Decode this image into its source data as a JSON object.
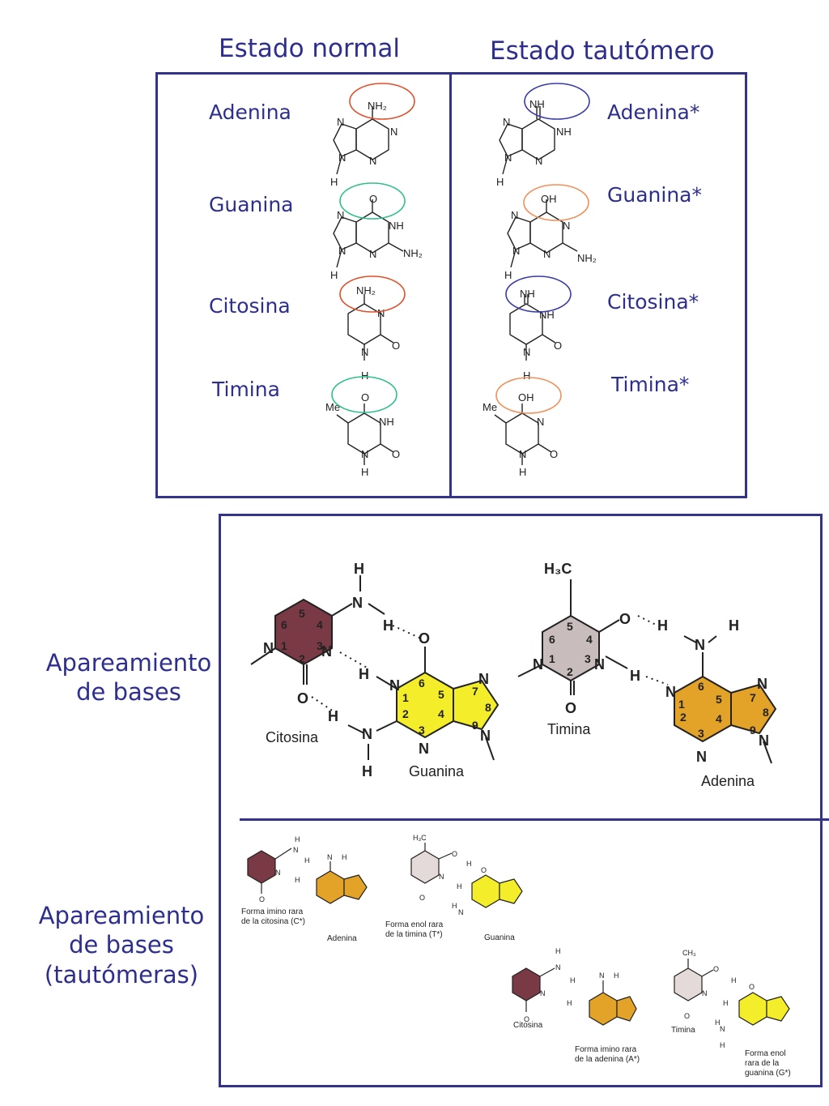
{
  "headers": {
    "normal": "Estado normal",
    "tautomer": "Estado tautómero"
  },
  "normal_bases": [
    {
      "name": "Adenina",
      "group": "NH2",
      "circle_color": "#e0502a"
    },
    {
      "name": "Guanina",
      "group": "O",
      "circle_color": "#2fbf8f"
    },
    {
      "name": "Citosina",
      "group": "NH2",
      "circle_color": "#e0502a"
    },
    {
      "name": "Timina",
      "group": "O",
      "circle_color": "#2fbf8f"
    }
  ],
  "tautomer_bases": [
    {
      "name": "Adenina*",
      "group": "NH",
      "circle_color": "#3a3aa8"
    },
    {
      "name": "Guanina*",
      "group": "OH",
      "circle_color": "#f0905a"
    },
    {
      "name": "Citosina*",
      "group": "NH",
      "circle_color": "#3a3aa8"
    },
    {
      "name": "Timina*",
      "group": "OH",
      "circle_color": "#f0905a"
    }
  ],
  "side_labels": {
    "pairing": [
      "Apareamiento",
      "de bases"
    ],
    "tautomer_pairing": [
      "Apareamiento",
      "de bases",
      "(tautómeras)"
    ]
  },
  "pairing": {
    "cytosine": "Citosina",
    "guanine": "Guanina",
    "thymine": "Timina",
    "adenine": "Adenina",
    "methyl": "H₃C"
  },
  "tautomer_pairing": {
    "c_star": [
      "Forma imino rara",
      "de la citosina (C*)"
    ],
    "adenine": "Adenina",
    "t_star": [
      "Forma enol rara",
      "de la timina (T*)"
    ],
    "guanine": "Guanina",
    "cytosine": "Citosina",
    "a_star": [
      "Forma imino rara",
      "de la adenina (A*)"
    ],
    "thymine": "Timina",
    "g_star": [
      "Forma enol",
      "rara de la",
      "guanina (G*)"
    ]
  },
  "colors": {
    "frame": "#33338a",
    "text": "#2e2e8f",
    "cytosine_fill": "#7a3a45",
    "guanine_fill": "#f4ee2a",
    "thymine_fill": "#c9bcbc",
    "adenine_fill": "#e3a228"
  }
}
